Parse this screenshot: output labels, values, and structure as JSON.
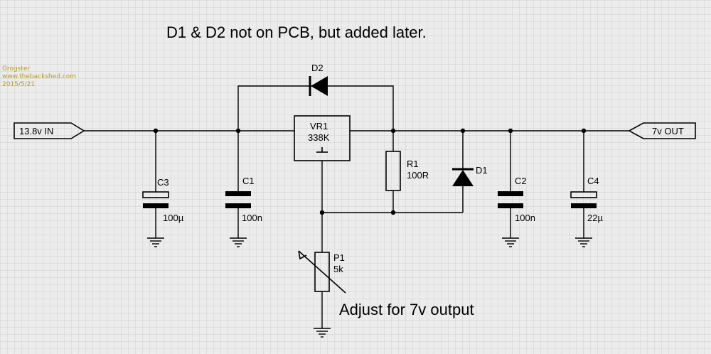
{
  "title": "D1 & D2 not on PCB, but added later.",
  "watermark": {
    "author": "Grogster",
    "site": "www.thebackshed.com",
    "date": "2015/5/21"
  },
  "ports": {
    "input": "13.8v IN",
    "output": "7v OUT"
  },
  "regulator": {
    "ref": "VR1",
    "value": "338K"
  },
  "components": {
    "c3": {
      "ref": "C3",
      "value": "100µ"
    },
    "c1": {
      "ref": "C1",
      "value": "100n"
    },
    "r1": {
      "ref": "R1",
      "value": "100R"
    },
    "d1": {
      "ref": "D1"
    },
    "d2": {
      "ref": "D2"
    },
    "c2": {
      "ref": "C2",
      "value": "100n"
    },
    "c4": {
      "ref": "C4",
      "value": "22µ"
    },
    "p1": {
      "ref": "P1",
      "value": "5k"
    }
  },
  "note": "Adjust for 7v output",
  "colors": {
    "background": "#ececec",
    "grid": "#c9c9c9",
    "ink": "#000000",
    "watermark": "#b49a2a"
  }
}
